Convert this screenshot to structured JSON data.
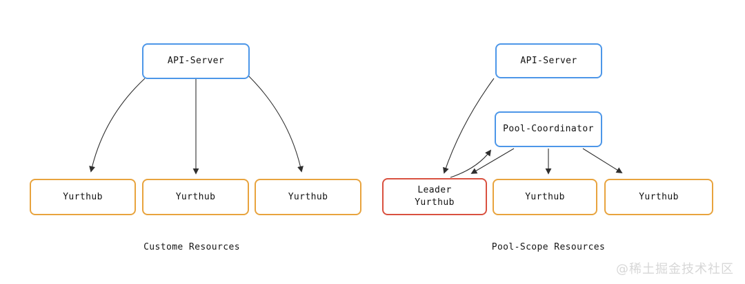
{
  "left": {
    "caption": "Custome Resources",
    "api_server": "API-Server",
    "yurthubs": [
      "Yurthub",
      "Yurthub",
      "Yurthub"
    ]
  },
  "right": {
    "caption": "Pool-Scope Resources",
    "api_server": "API-Server",
    "pool_coordinator": "Pool-Coordinator",
    "leader_yurthub": {
      "line1": "Leader",
      "line2": "Yurthub"
    },
    "yurthubs": [
      "Yurthub",
      "Yurthub"
    ]
  },
  "watermark": "@稀土掘金技术社区",
  "colors": {
    "api_server_border": "#4C96E8",
    "pool_coordinator_border": "#4C96E8",
    "yurthub_border": "#E8A33D",
    "leader_yurthub_border": "#D9503F",
    "arrow": "#2e2e2e",
    "node_text": "#111111",
    "caption_text": "#161616",
    "watermark_text": "#d7d7d7",
    "background": "#ffffff"
  }
}
